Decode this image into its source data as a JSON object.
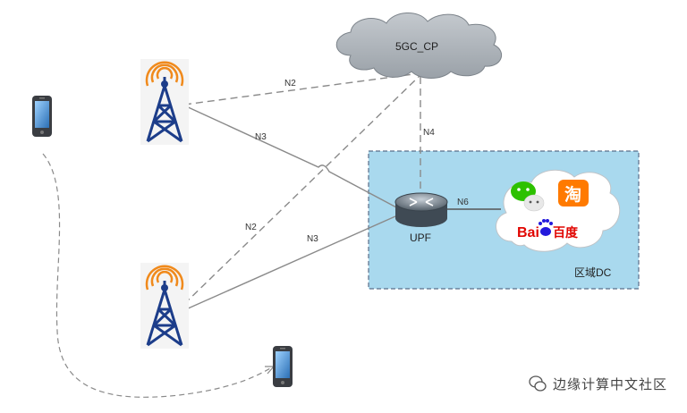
{
  "cloud_core": {
    "label": "5GC_CP"
  },
  "links": {
    "n2_top": "N2",
    "n3_top": "N3",
    "n4": "N4",
    "n2_bottom": "N2",
    "n3_bottom": "N3",
    "n6": "N6"
  },
  "upf": {
    "label": "UPF"
  },
  "dc": {
    "label": "区域DC",
    "fill": "#a9d9ee",
    "border": "#5a6f8a"
  },
  "apps": {
    "baidu_text": "Bai",
    "baidu_cn": "百度",
    "taobao_char": "淘"
  },
  "watermark": {
    "text": "边缘计算中文社区"
  },
  "colors": {
    "tower": "#1c3d8a",
    "signal": "#f08a1c",
    "link": "#8a8a8a",
    "cloud": "#aab0b6"
  }
}
